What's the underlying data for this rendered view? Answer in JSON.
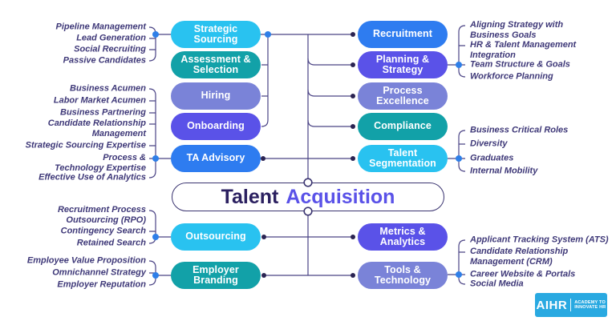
{
  "title": {
    "word1": "Talent",
    "word2": "Acquisition"
  },
  "palette": {
    "cyan": "#29C2F0",
    "teal": "#12A1A8",
    "periwinkle": "#7A83D8",
    "indigo": "#5A52E8",
    "blue": "#2E7CF0",
    "line": "#4A4385",
    "node_dot": "#2A2352",
    "connector_dot": "#2E7FE8",
    "annotation_text": "#3E3878",
    "title_dark": "#2B2060",
    "title_accent": "#5A52E8",
    "logo_blue": "#29A9E1"
  },
  "left_nodes": [
    {
      "label": "Strategic Sourcing",
      "color": "cyan"
    },
    {
      "label": "Assessment & Selection",
      "color": "teal"
    },
    {
      "label": "Hiring",
      "color": "periwinkle"
    },
    {
      "label": "Onboarding",
      "color": "indigo"
    },
    {
      "label": "TA Advisory",
      "color": "blue"
    },
    {
      "label": "Outsourcing",
      "color": "cyan"
    },
    {
      "label": "Employer Branding",
      "color": "teal"
    }
  ],
  "right_nodes": [
    {
      "label": "Recruitment",
      "color": "blue"
    },
    {
      "label": "Planning & Strategy",
      "color": "indigo"
    },
    {
      "label": "Process Excellence",
      "color": "periwinkle"
    },
    {
      "label": "Compliance",
      "color": "teal"
    },
    {
      "label": "Talent Segmentation",
      "color": "cyan"
    },
    {
      "label": "Metrics & Analytics",
      "color": "indigo"
    },
    {
      "label": "Tools & Technology",
      "color": "periwinkle"
    }
  ],
  "left_annotation_groups": [
    {
      "connects_to": "Strategic Sourcing",
      "items": [
        "Pipeline Management",
        "Lead Generation",
        "Social Recruiting",
        "Passive Candidates"
      ]
    },
    {
      "connects_to": "TA Advisory",
      "items": [
        "Business Acumen",
        "Labor Market Acumen",
        "Business Partnering",
        "Candidate Relationship\nManagement",
        "Strategic Sourcing Expertise",
        "Process &\nTechnology Expertise",
        "Effective Use of Analytics"
      ]
    },
    {
      "connects_to": "Outsourcing",
      "items": [
        "Recruitment Process\nOutsourcing (RPO)",
        "Contingency Search",
        "Retained Search"
      ]
    },
    {
      "connects_to": "Employer Branding",
      "items": [
        "Employee Value Proposition",
        "Omnichannel Strategy",
        "Employer Reputation"
      ]
    }
  ],
  "right_annotation_groups": [
    {
      "connects_to": "Planning & Strategy",
      "items": [
        "Aligning Strategy with\nBusiness Goals",
        "HR & Talent Management\nIntegration",
        "Team Structure & Goals",
        "Workforce Planning"
      ]
    },
    {
      "connects_to": "Talent Segmentation",
      "items": [
        "Business Critical Roles",
        "Diversity",
        "Graduates",
        "Internal Mobility"
      ]
    },
    {
      "connects_to": "Tools & Technology",
      "items": [
        "Applicant Tracking System (ATS)",
        "Candidate Relationship\nManagement (CRM)",
        "Career Website & Portals",
        "Social Media"
      ]
    }
  ],
  "logo": {
    "brand": "AIHR",
    "tagline": "ACADEMY TO\nINNOVATE HR"
  }
}
